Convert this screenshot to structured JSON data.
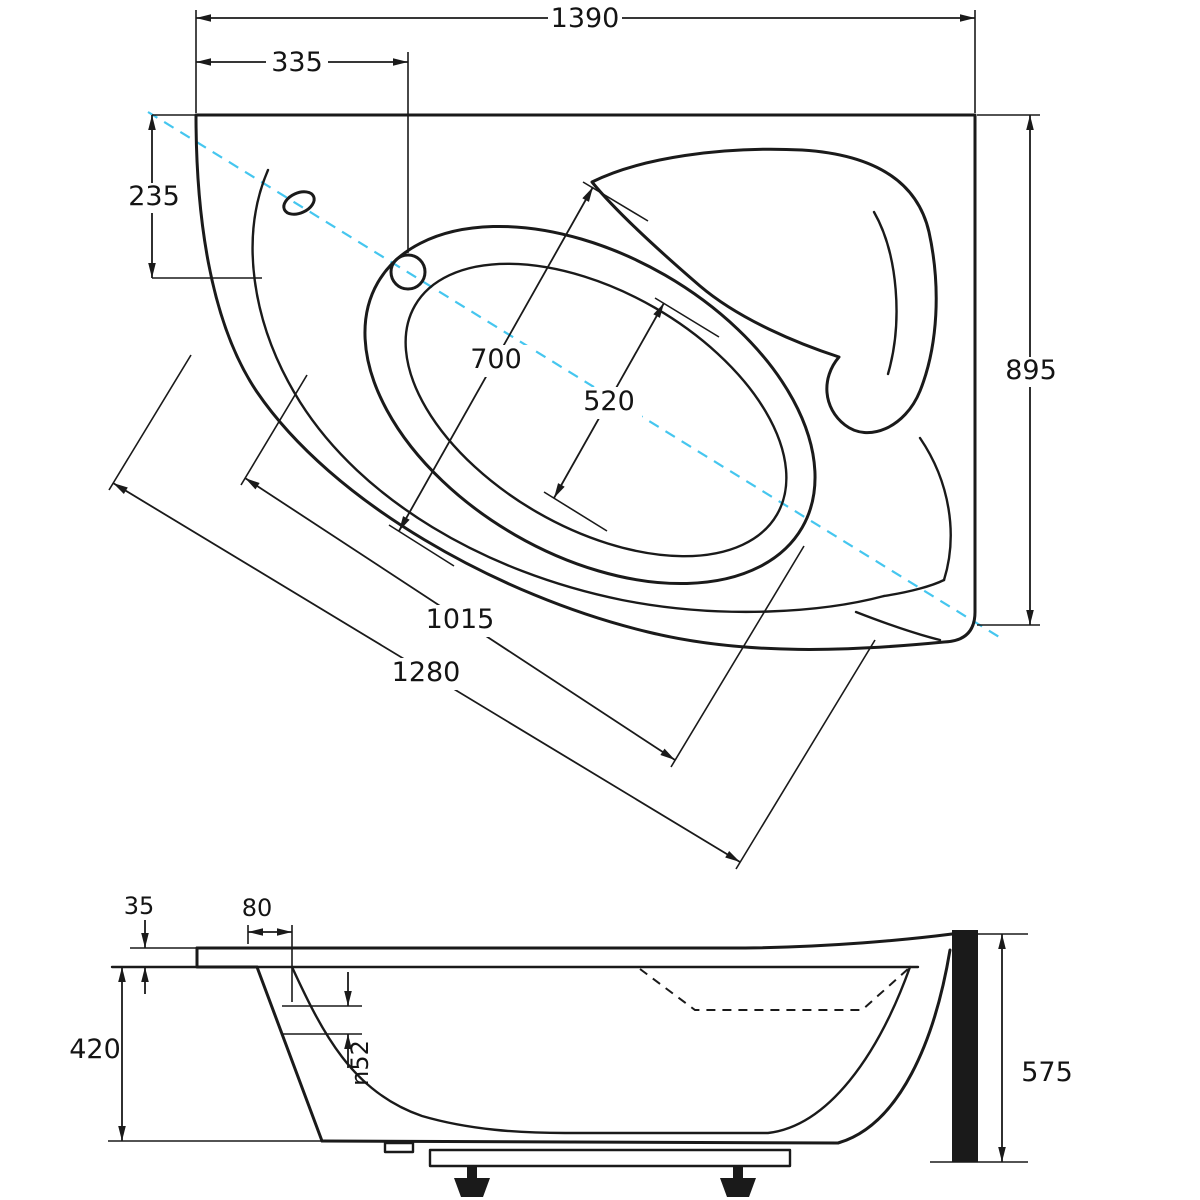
{
  "drawing": {
    "subject": "corner bathtub technical drawing, top view and side view",
    "colors": {
      "line": "#1a1a1a",
      "symmetry_axis": "#45c6ef",
      "background": "#ffffff"
    },
    "top_view": {
      "overall_width": "1390",
      "tap_offset": "335",
      "corner_offset": "235",
      "overall_depth": "895",
      "basin_length": "700",
      "basin_width": "520",
      "inner_diagonal": "1015",
      "outer_diagonal": "1280"
    },
    "side_view": {
      "rim_thickness": "35",
      "rim_width": "80",
      "shell_height": "420",
      "drain_diameter": "n52",
      "total_height": "575"
    }
  }
}
